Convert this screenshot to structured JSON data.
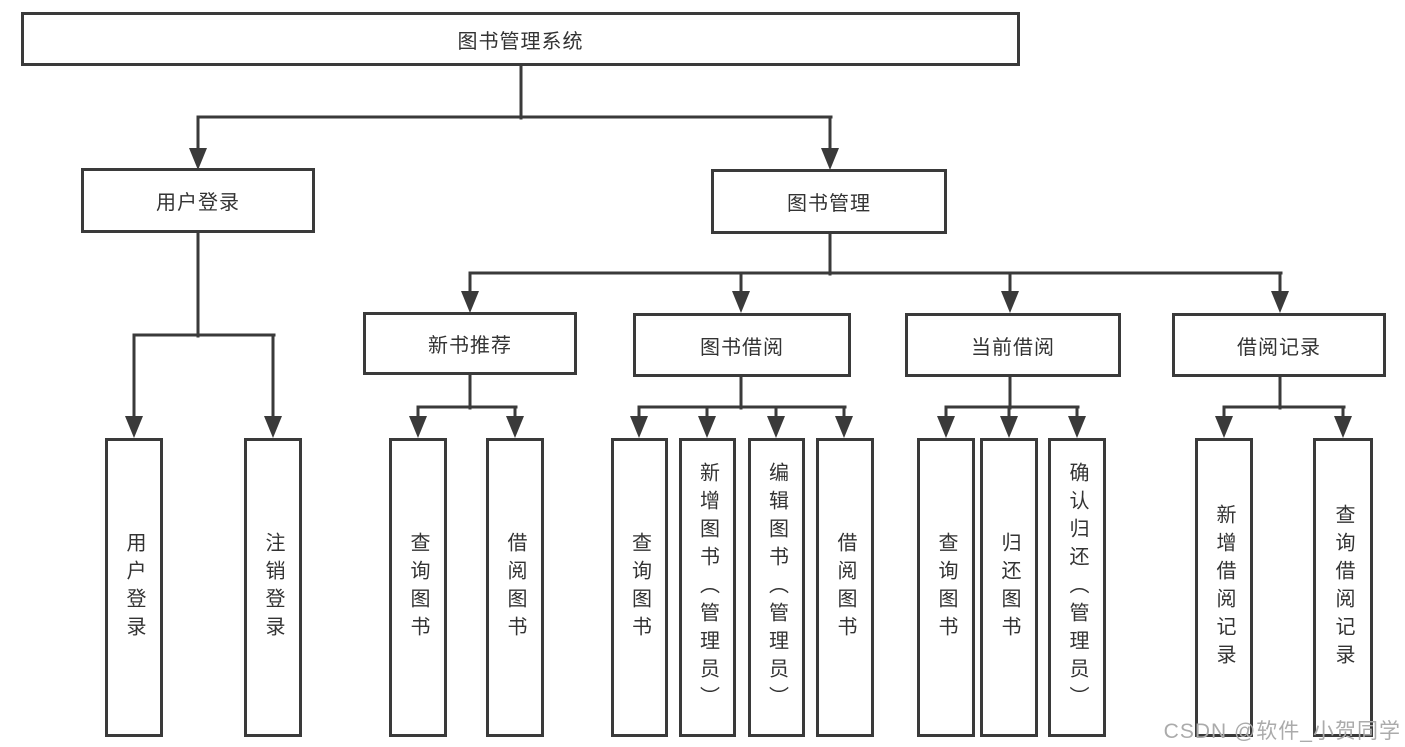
{
  "colors": {
    "line": "#3a3a3a",
    "box_border": "#3a3a3a",
    "text": "#333333",
    "watermark": "#ababab",
    "background": "#ffffff"
  },
  "watermark": {
    "text": "CSDN @软件_小贺同学"
  },
  "tree": {
    "root": {
      "label": "图书管理系统",
      "children": [
        {
          "label": "用户登录",
          "children": [
            {
              "label": "用户登录"
            },
            {
              "label": "注销登录"
            }
          ]
        },
        {
          "label": "图书管理",
          "children": [
            {
              "label": "新书推荐",
              "children": [
                {
                  "label": "查询图书"
                },
                {
                  "label": "借阅图书"
                }
              ]
            },
            {
              "label": "图书借阅",
              "children": [
                {
                  "label": "查询图书"
                },
                {
                  "label": "新增图书（管理员）"
                },
                {
                  "label": "编辑图书（管理员）"
                },
                {
                  "label": "借阅图书"
                }
              ]
            },
            {
              "label": "当前借阅",
              "children": [
                {
                  "label": "查询图书"
                },
                {
                  "label": "归还图书"
                },
                {
                  "label": "确认归还（管理员）"
                }
              ]
            },
            {
              "label": "借阅记录",
              "children": [
                {
                  "label": "新增借阅记录"
                },
                {
                  "label": "查询借阅记录"
                }
              ]
            }
          ]
        }
      ]
    }
  }
}
